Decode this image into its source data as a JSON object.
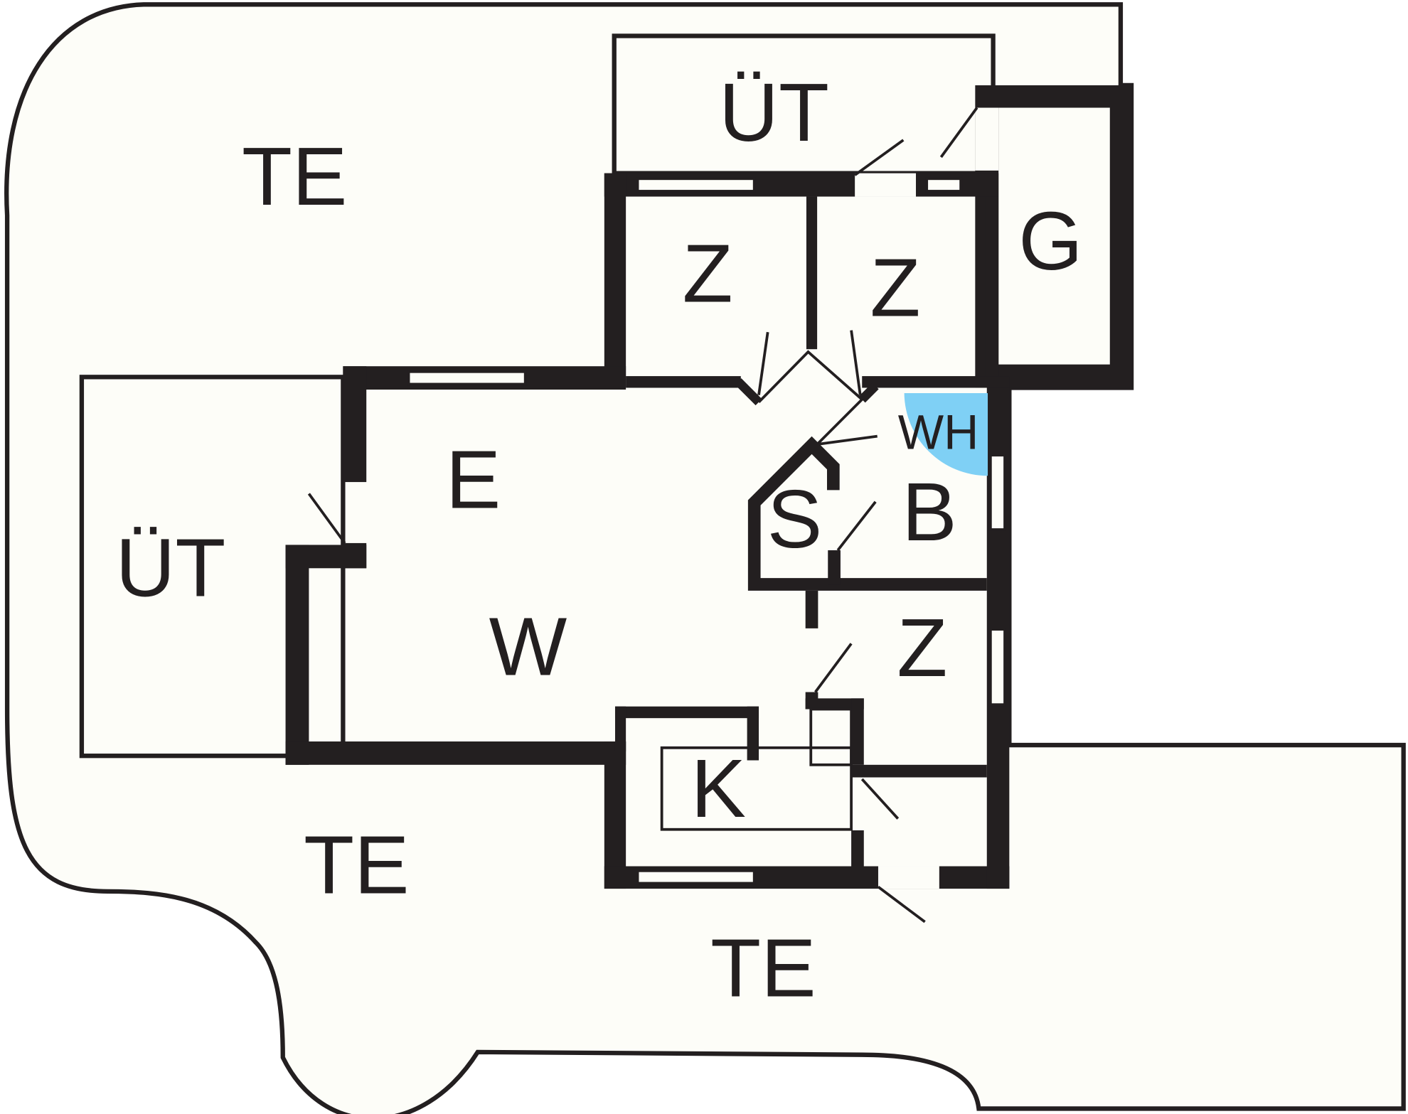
{
  "colors": {
    "floor": "#fdfdf8",
    "wall": "#231f20",
    "wet_area": "#7fd0f5"
  },
  "rooms": {
    "terrace_top_left": "TE",
    "terrace_bottom_left": "TE",
    "terrace_bottom_right": "TE",
    "covered_top": "ÜT",
    "covered_left": "ÜT",
    "room_z1": "Z",
    "room_z2": "Z",
    "room_z3": "Z",
    "garage": "G",
    "dining": "E",
    "living": "W",
    "sauna": "S",
    "bath": "B",
    "washer": "WH",
    "kitchen": "K"
  }
}
